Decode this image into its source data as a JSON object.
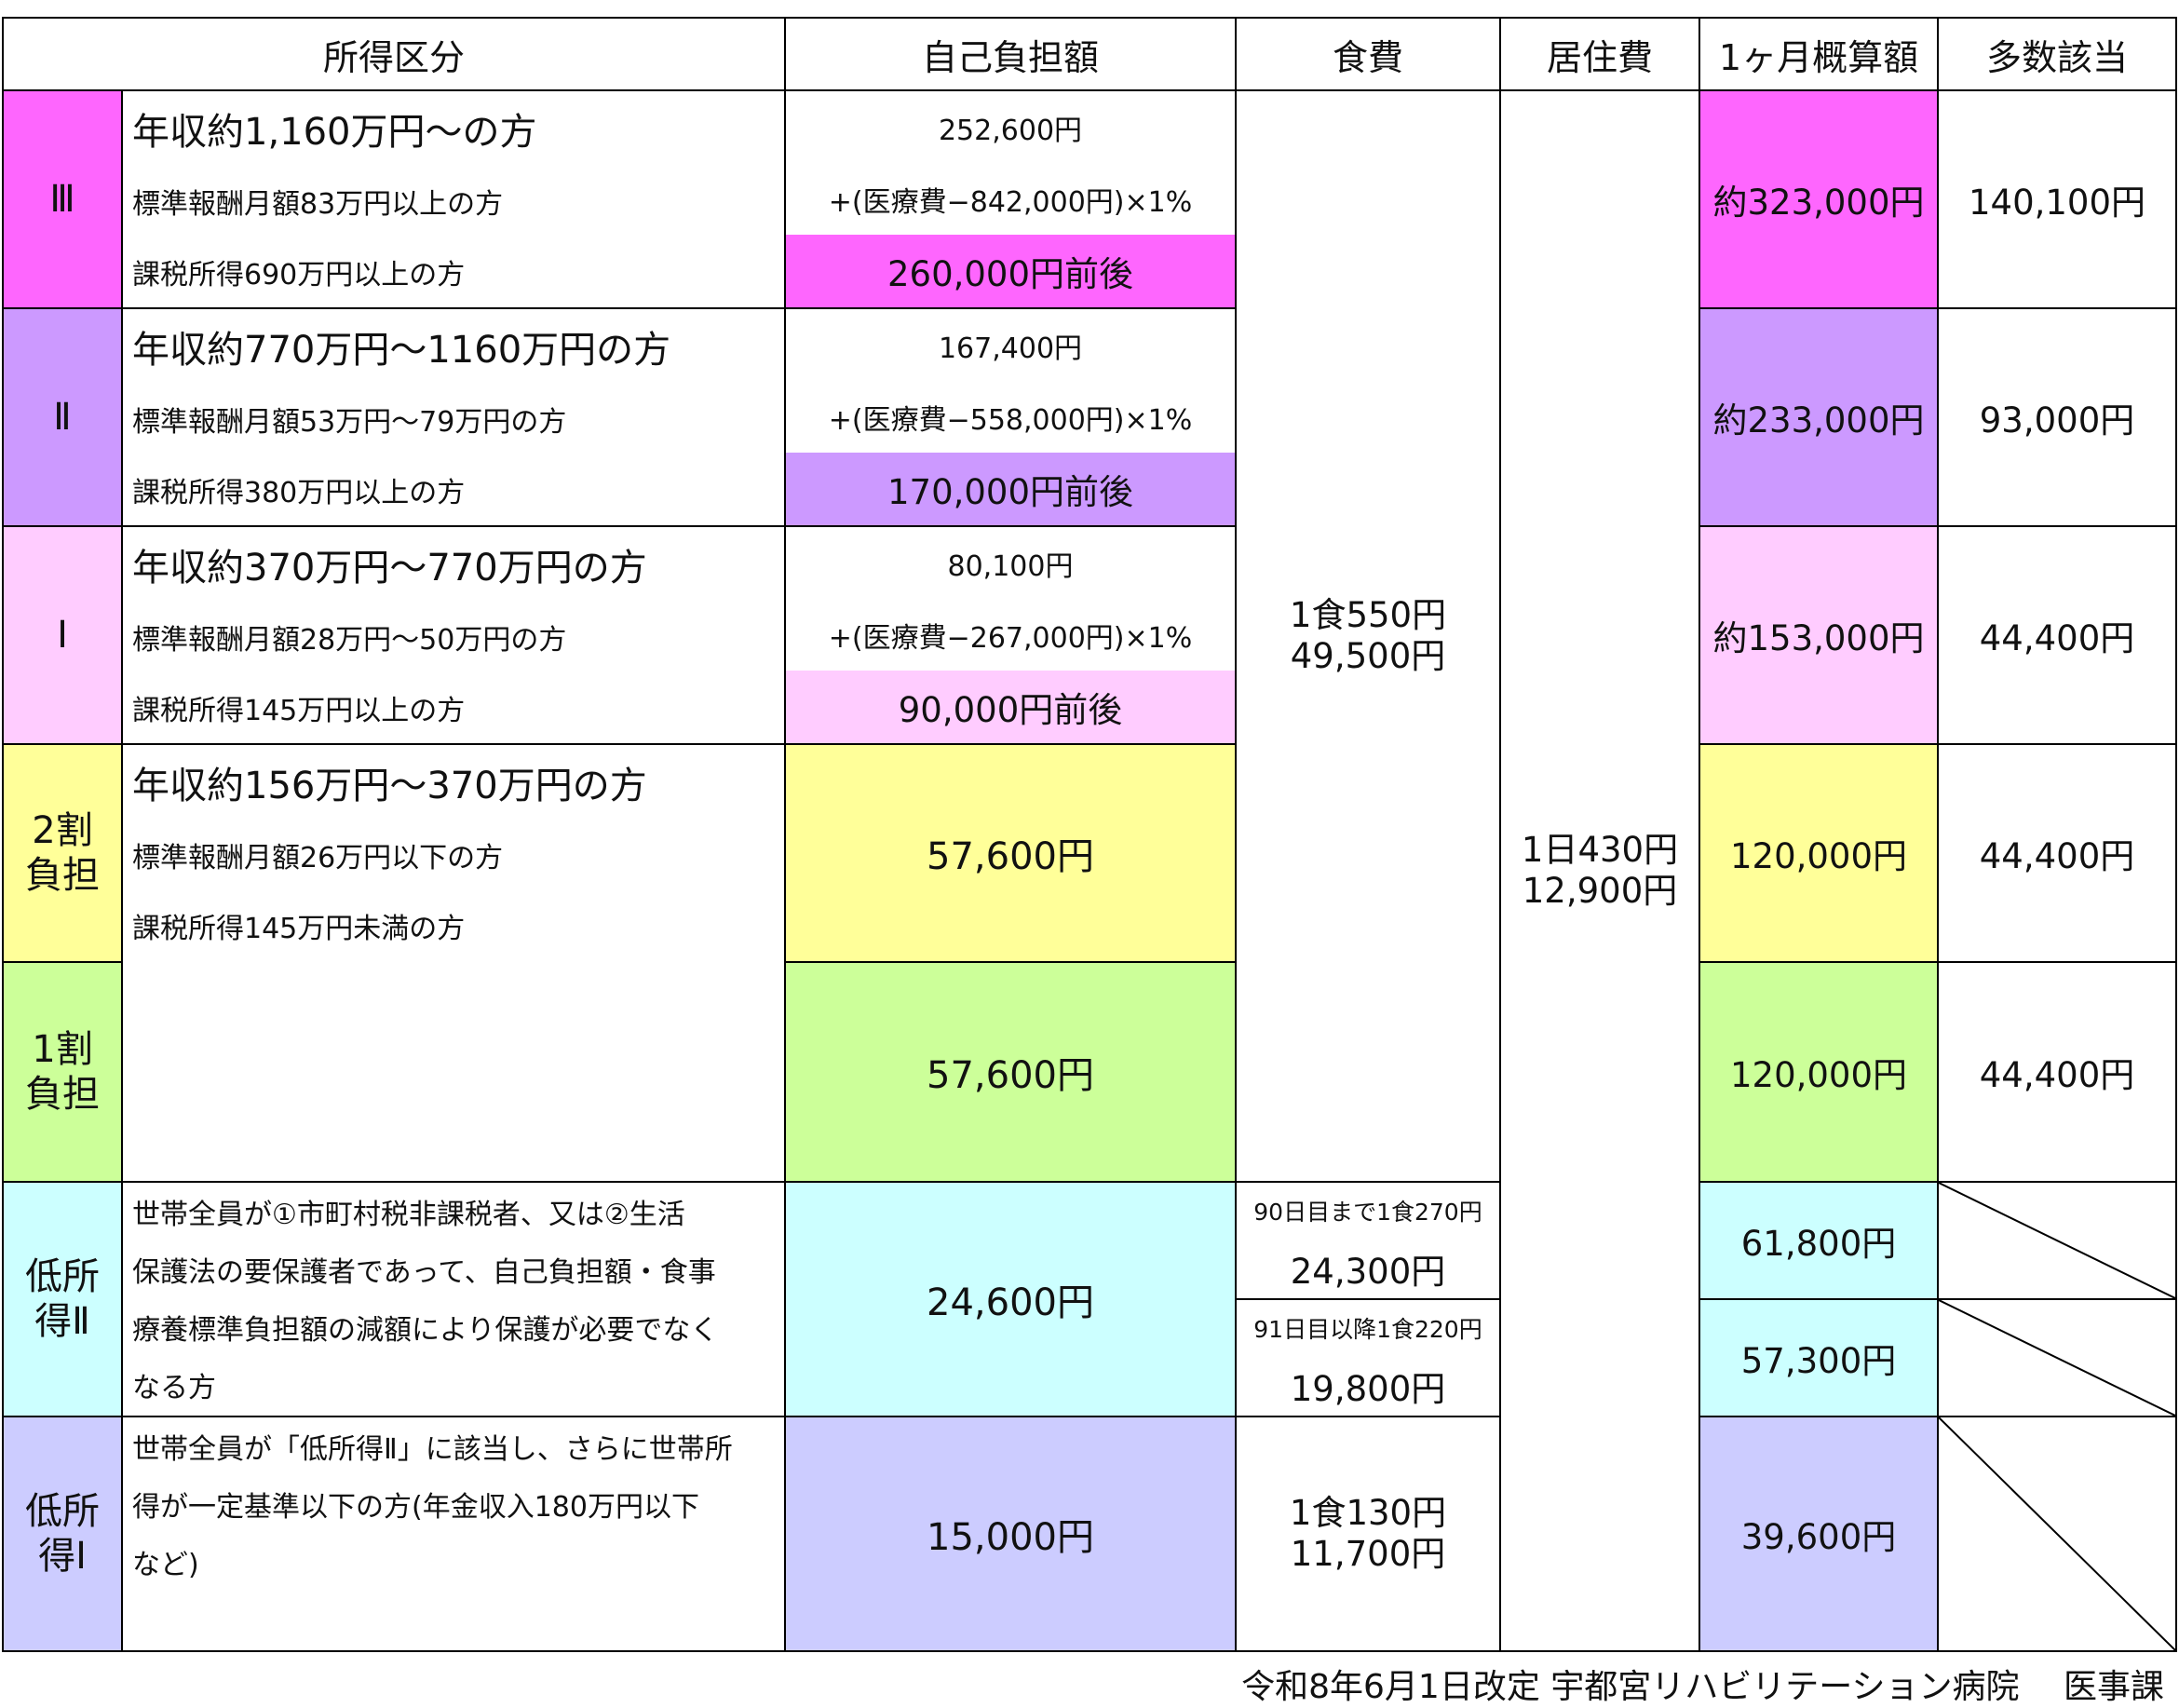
{
  "colors": {
    "III": "#fe66fe",
    "II": "#cc99ff",
    "I": "#ffccff",
    "two_wari": "#ffff99",
    "one_wari": "#ccff99",
    "low2": "#ccffff",
    "low1": "#ccccff"
  },
  "headers": {
    "income": "所得区分",
    "self_pay": "自己負担額",
    "meal": "食費",
    "residence": "居住費",
    "monthly": "1ヶ月概算額",
    "multiple": "多数該当"
  },
  "rows": {
    "r3": {
      "label": "Ⅲ",
      "lines": [
        "年収約1,160万円～の方",
        "標準報酬月額83万円以上の方",
        "課税所得690万円以上の方"
      ],
      "pay_base": "252,600円",
      "pay_formula": "+(医療費−842,000円)×1%",
      "pay_approx": "260,000円前後",
      "monthly": "約323,000円",
      "multiple": "140,100円"
    },
    "r2": {
      "label": "Ⅱ",
      "lines": [
        "年収約770万円～1160万円の方",
        "標準報酬月額53万円～79万円の方",
        "課税所得380万円以上の方"
      ],
      "pay_base": "167,400円",
      "pay_formula": "+(医療費−558,000円)×1%",
      "pay_approx": "170,000円前後",
      "monthly": "約233,000円",
      "multiple": "93,000円"
    },
    "r1": {
      "label": "Ⅰ",
      "lines": [
        "年収約370万円～770万円の方",
        "標準報酬月額28万円～50万円の方",
        "課税所得145万円以上の方"
      ],
      "pay_base": "80,100円",
      "pay_formula": "+(医療費−267,000円)×1%",
      "pay_approx": "90,000円前後",
      "monthly": "約153,000円",
      "multiple": "44,400円"
    },
    "two_wari": {
      "label_line1": "2割",
      "label_line2": "負担",
      "lines": [
        "年収約156万円～370万円の方",
        "標準報酬月額26万円以下の方",
        "課税所得145万円未満の方"
      ],
      "pay": "57,600円",
      "monthly": "120,000円",
      "multiple": "44,400円"
    },
    "one_wari": {
      "label_line1": "1割",
      "label_line2": "負担",
      "pay": "57,600円",
      "monthly": "120,000円",
      "multiple": "44,400円"
    },
    "low2": {
      "label_line1": "低所",
      "label_line2": "得Ⅱ",
      "lines": [
        "世帯全員が①市町村税非課税者、又は②生活",
        "保護法の要保護者であって、自己負担額・食事",
        "療養標準負担額の減額により保護が必要でなく",
        "なる方"
      ],
      "pay": "24,600円",
      "meal_a_label": "90日目まで1食270円",
      "meal_a_value": "24,300円",
      "meal_b_label": "91日目以降1食220円",
      "meal_b_value": "19,800円",
      "monthly_a": "61,800円",
      "monthly_b": "57,300円"
    },
    "low1": {
      "label_line1": "低所",
      "label_line2": "得Ⅰ",
      "lines": [
        "世帯全員が「低所得Ⅱ」に該当し、さらに世帯所",
        "得が一定基準以下の方(年金収入180万円以下",
        "など)"
      ],
      "pay": "15,000円",
      "meal_line1": "1食130円",
      "meal_line2": "11,700円",
      "monthly": "39,600円"
    }
  },
  "meal_common": {
    "line1": "1食550円",
    "line2": "49,500円"
  },
  "residence_common": {
    "line1": "1日430円",
    "line2": "12,900円"
  },
  "footer": "令和8年6月1日改定 宇都宮リハビリテーション病院　 医事課"
}
